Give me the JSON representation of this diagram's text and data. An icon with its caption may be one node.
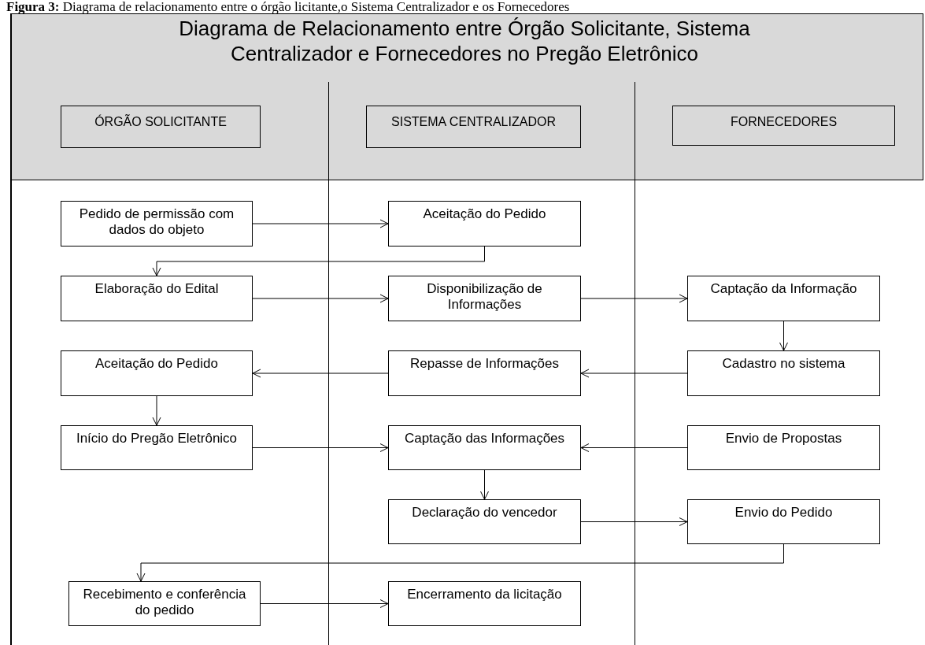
{
  "diagram": {
    "title": "Diagrama de Relacionamento entre Órgão Solicitante, Sistema Centralizador e Fornecedores no Pregão Eletrônico",
    "caption": "**Figura 3:** Diagrama de relacionamento entre o órgão licitante,o Sistema Centralizador e os Fornecedores",
    "nodes": [
      {
        "text": [
          "ÓRGÃO SOLICITANTE"
        ]
      },
      {
        "text": [
          "SISTEMA CENTRALIZADOR"
        ]
      },
      {
        "text": [
          "FORNECEDORES"
        ]
      },
      {
        "text": [
          "Pedido de permissão com dados do objeto"
        ]
      },
      {
        "text": [
          "Aceitação do Pedido"
        ]
      },
      {
        "text": [
          "Elaboração do Edital"
        ]
      },
      {
        "text": [
          "Disponibilização de Informações"
        ]
      },
      {
        "text": [
          "Captação da Informação"
        ]
      },
      {
        "text": [
          "Aceitação do Pedido"
        ]
      },
      {
        "text": [
          "Repasse de Informações"
        ]
      },
      {
        "text": [
          "Cadastro no sistema"
        ]
      },
      {
        "text": [
          "Início do Pregão Eletrônico"
        ]
      },
      {
        "text": [
          "Captação das Informações"
        ]
      },
      {
        "text": [
          "Envio de Propostas"
        ]
      },
      {
        "text": [
          "Declaração do vencedor"
        ]
      },
      {
        "text": [
          "Envio do Pedido"
        ]
      },
      {
        "text": [
          "Recebimento e conferência do pedido"
        ]
      },
      {
        "text": [
          "Encerramento da licitação"
        ]
      }
    ],
    "edges": [
      {
        "from": 3,
        "to": 4,
        "arrow": "to"
      },
      {
        "from": 4,
        "to": 5,
        "arrow": "to"
      },
      {
        "from": 5,
        "to": 6,
        "arrow": "to"
      },
      {
        "from": 6,
        "to": 7,
        "arrow": "to"
      },
      {
        "from": 7,
        "to": 10,
        "arrow": "to"
      },
      {
        "from": 10,
        "to": 9,
        "arrow": "to"
      },
      {
        "from": 9,
        "to": 8,
        "arrow": "to"
      },
      {
        "from": 8,
        "to": 11,
        "arrow": "to"
      },
      {
        "from": 11,
        "to": 12,
        "arrow": "to"
      },
      {
        "from": 13,
        "to": 12,
        "arrow": "to"
      },
      {
        "from": 12,
        "to": 14,
        "arrow": "to"
      },
      {
        "from": 14,
        "to": 15,
        "arrow": "to"
      },
      {
        "from": 15,
        "to": 16,
        "arrow": "to"
      },
      {
        "from": 16,
        "to": 17,
        "arrow": "to"
      }
    ]
  }
}
